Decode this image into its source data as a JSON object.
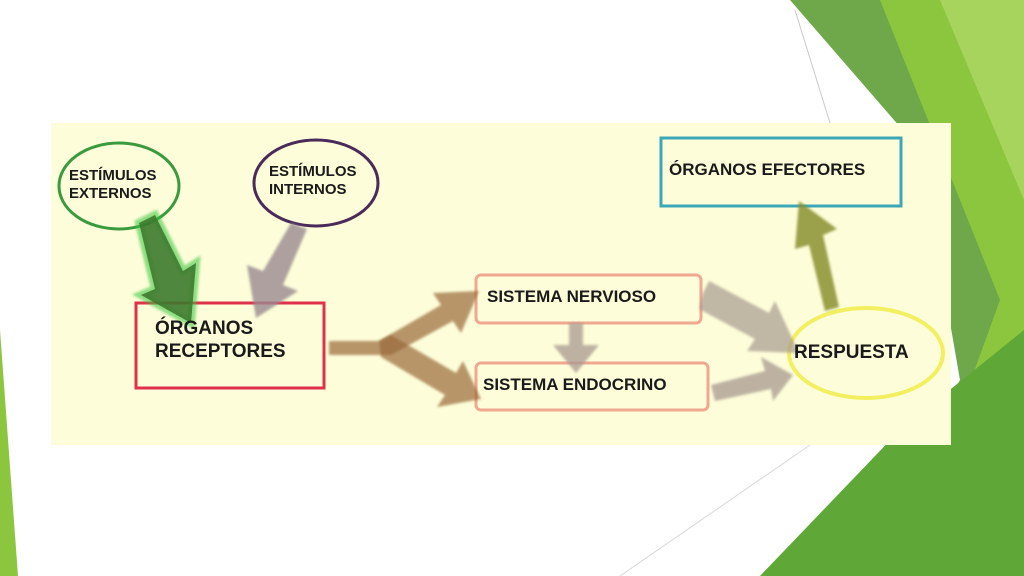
{
  "diagram": {
    "nodes": {
      "estimulos_externos": {
        "line1": "ESTÍMULOS",
        "line2": "EXTERNOS",
        "color": "#3a9a3e"
      },
      "estimulos_internos": {
        "line1": "ESTÍMULOS",
        "line2": "INTERNOS",
        "color": "#4a2a5a"
      },
      "organos_receptores": {
        "line1": "ÓRGANOS",
        "line2": "RECEPTORES",
        "color": "#e0304a"
      },
      "sistema_nervioso": {
        "label": "SISTEMA NERVIOSO",
        "color": "#f0a890"
      },
      "sistema_endocrino": {
        "label": "SISTEMA ENDOCRINO",
        "color": "#f0a890"
      },
      "respuesta": {
        "label": "RESPUESTA",
        "color": "#f2f060"
      },
      "organos_efectores": {
        "label": "ÓRGANOS EFECTORES",
        "color": "#3aa8b8"
      }
    },
    "colors": {
      "panel_background": "#fdfdd9",
      "arrow_green": "#3d7a2e",
      "arrow_green_glow": "#36c43a",
      "arrow_purple": "#9a8a90",
      "arrow_brown": "#9a6a3a",
      "arrow_gray": "#a89a90",
      "arrow_olive": "#8a9030",
      "slide_green": "#8cc63f"
    }
  }
}
